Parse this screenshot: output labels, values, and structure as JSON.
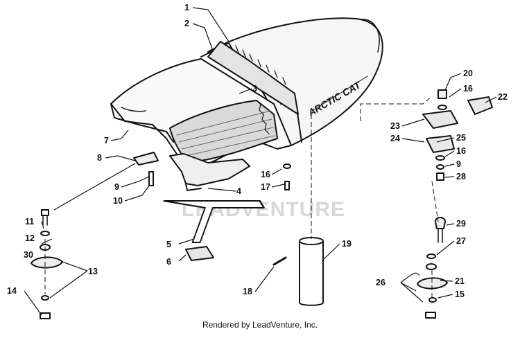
{
  "watermark": "LEADVENTURE",
  "brand_on_seat": "ARCTIC CAT",
  "caption": "Rendered by LeadVenture, Inc.",
  "callouts": [
    "1",
    "2",
    "3",
    "4",
    "5",
    "6",
    "7",
    "8",
    "9",
    "10",
    "11",
    "12",
    "30",
    "13",
    "14",
    "16",
    "17",
    "18",
    "19",
    "20",
    "16",
    "22",
    "23",
    "25",
    "24",
    "16",
    "9",
    "28",
    "29",
    "27",
    "26",
    "21",
    "15"
  ]
}
